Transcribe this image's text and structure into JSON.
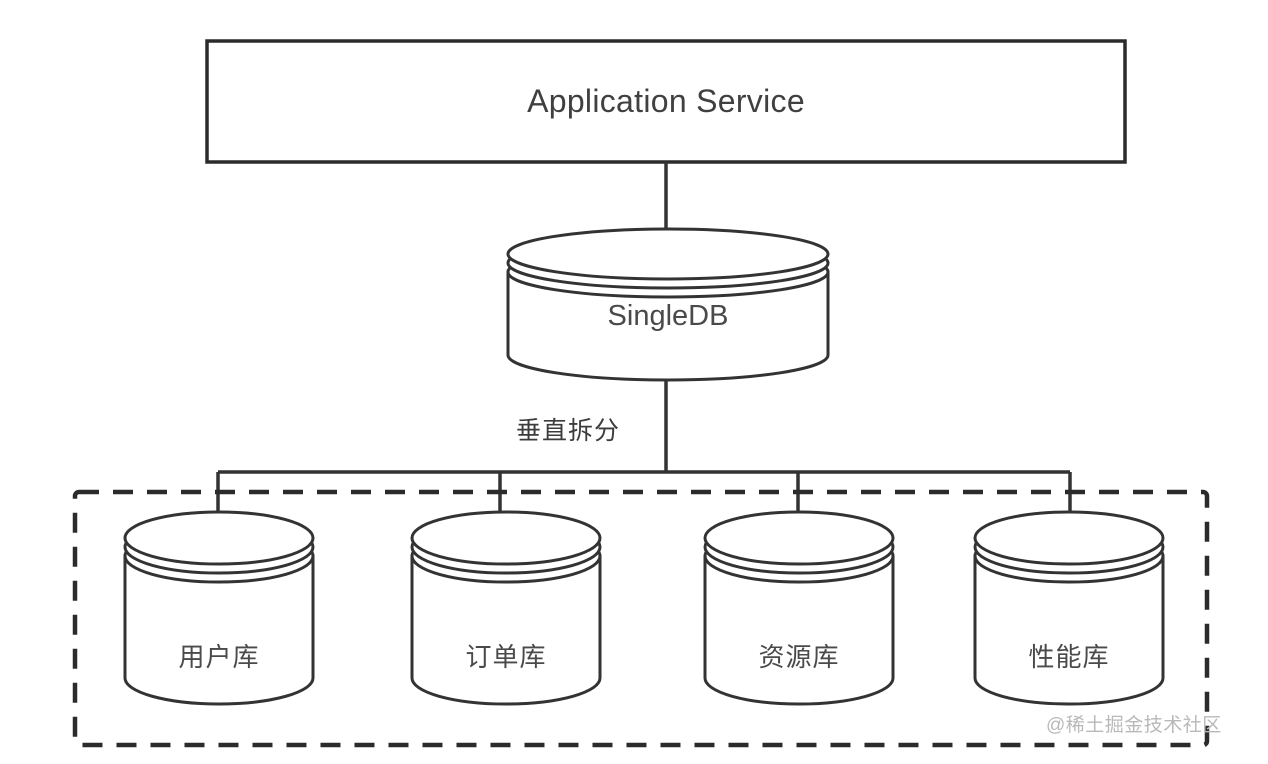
{
  "diagram": {
    "title": "Application Service",
    "background_color": "#ffffff",
    "line_color": "#333333",
    "text_color": "#4a4a4a"
  },
  "app_box": {
    "label": "Application Service"
  },
  "primary_db": {
    "label": "SingleDB",
    "icon": "database-cylinder-icon"
  },
  "split_edge": {
    "label": "垂直拆分"
  },
  "shard_group": {
    "border_style": "dashed",
    "databases": [
      {
        "label": "用户库",
        "icon": "database-cylinder-icon"
      },
      {
        "label": "订单库",
        "icon": "database-cylinder-icon"
      },
      {
        "label": "资源库",
        "icon": "database-cylinder-icon"
      },
      {
        "label": "性能库",
        "icon": "database-cylinder-icon"
      }
    ]
  },
  "watermark": {
    "text": "@稀土掘金技术社区"
  }
}
